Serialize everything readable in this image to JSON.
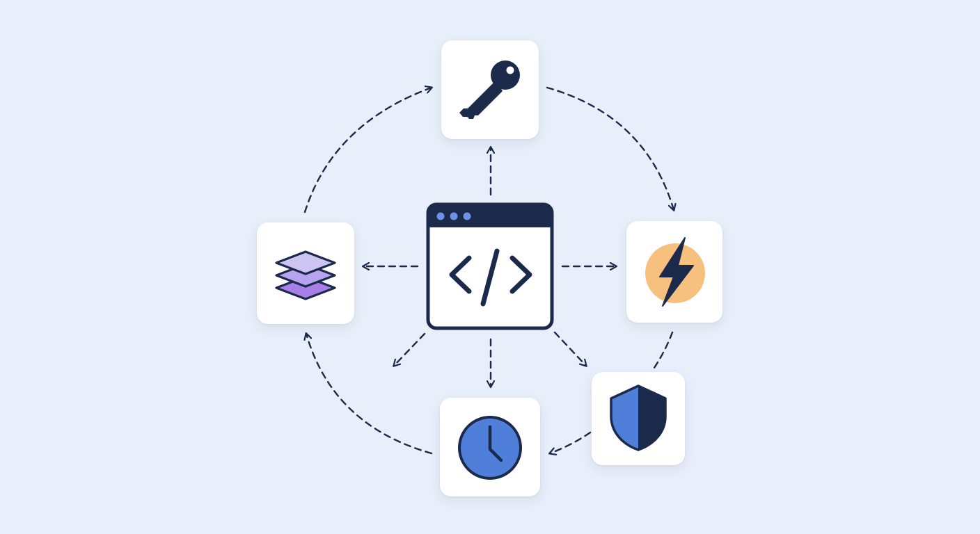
{
  "colors": {
    "background": "#e8effa",
    "card": "#ffffff",
    "navy": "#1b2a4a",
    "blue": "#4f7fd8",
    "orange": "#f7c07f",
    "purple_light": "#cdc4f4",
    "purple_mid": "#b7a4ef",
    "purple_dark": "#a77fe6"
  },
  "nodes": [
    {
      "id": "center",
      "icon": "code-window-icon"
    },
    {
      "id": "top",
      "icon": "key-icon"
    },
    {
      "id": "right",
      "icon": "lightning-bolt-icon"
    },
    {
      "id": "bottom-right",
      "icon": "shield-icon"
    },
    {
      "id": "bottom",
      "icon": "clock-icon"
    },
    {
      "id": "left",
      "icon": "layers-icon"
    }
  ]
}
